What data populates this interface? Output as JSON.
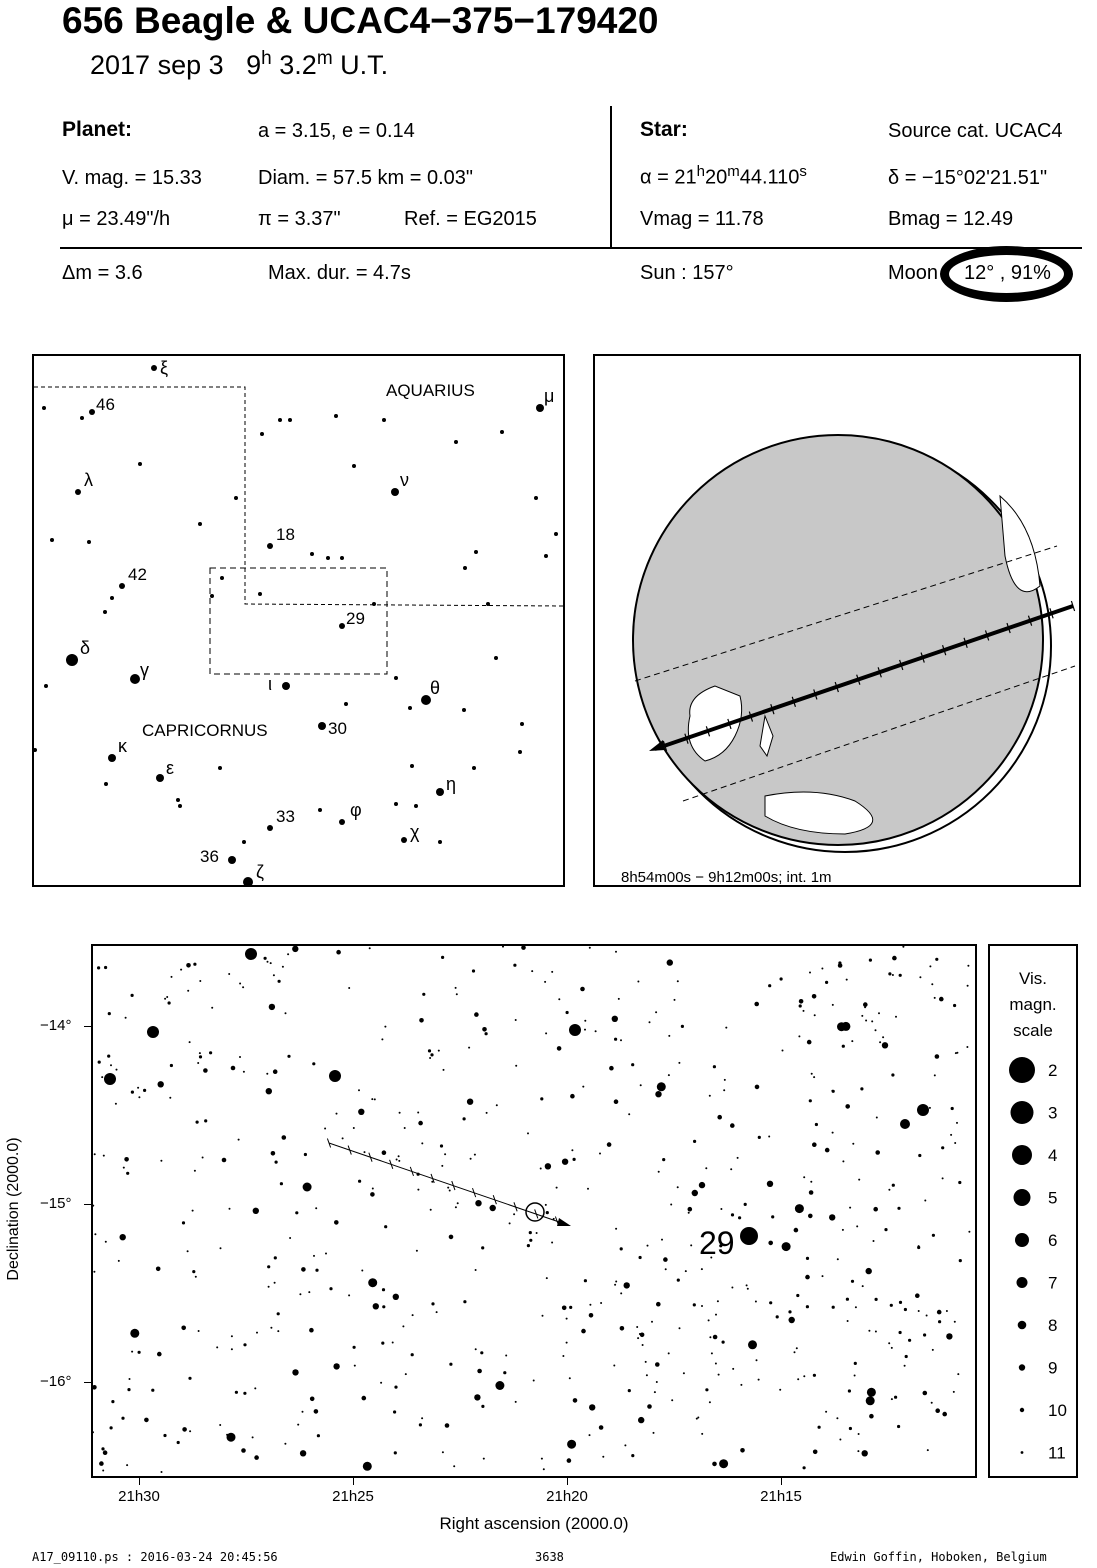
{
  "header": {
    "title": "656 Beagle  &  UCAC4−375−179420",
    "date": "2017 sep  3",
    "time_h": "9",
    "time_h_unit": "h",
    "time_m": "3.2",
    "time_m_unit": "m",
    "time_suffix": "U.T."
  },
  "planet": {
    "heading": "Planet:",
    "orbit": "a = 3.15, e = 0.14",
    "vmag": "V. mag. = 15.33",
    "diam": "Diam. = 57.5 km = 0.03\"",
    "mu": "μ =  23.49\"/h",
    "pi": "π =  3.37\"",
    "ref": "Ref. = EG2015"
  },
  "star": {
    "heading": "Star:",
    "source": "Source cat.  UCAC4",
    "ra_prefix": "α = 21",
    "ra_h": "h",
    "ra_mid": "20",
    "ra_m": "m",
    "ra_sec": "44.110",
    "ra_s": "s",
    "dec": "δ = −15°02'21.51\"",
    "vmag": "Vmag = 11.78",
    "bmag": "Bmag = 12.49"
  },
  "event": {
    "dm": "Δm = 3.6",
    "maxdur": "Max. dur. = 4.7s",
    "sun": "Sun : 157°",
    "moon_label": "Moon",
    "moon_value": "12° , 91%"
  },
  "constellation_map": {
    "labels": {
      "aquarius": "AQUARIUS",
      "capricornus": "CAPRICORNUS"
    },
    "star_labels": [
      "ξ",
      "46",
      "μ",
      "λ",
      "ν",
      "18",
      "42",
      "29",
      "δ",
      "γ",
      "ι",
      "θ",
      "30",
      "κ",
      "ε",
      "η",
      "33",
      "φ",
      "χ",
      "36",
      "ζ"
    ]
  },
  "globe": {
    "caption": "8h54m00s −  9h12m00s; int.  1m"
  },
  "star_chart": {
    "ylabel": "Declination (2000.0)",
    "xlabel": "Right ascension (2000.0)",
    "yticks": [
      "−14°",
      "−15°",
      "−16°"
    ],
    "xticks": [
      "21h30",
      "21h25",
      "21h20",
      "21h15"
    ],
    "label_29": "29"
  },
  "mag_scale": {
    "title1": "Vis.",
    "title2": "magn.",
    "title3": "scale",
    "entries": [
      "2",
      "3",
      "4",
      "5",
      "6",
      "7",
      "8",
      "9",
      "10",
      "11"
    ]
  },
  "footer": {
    "file": "A17_09110.ps : 2016-03-24 20:45:56",
    "number": "3638",
    "author": "Edwin Goffin, Hoboken, Belgium"
  }
}
